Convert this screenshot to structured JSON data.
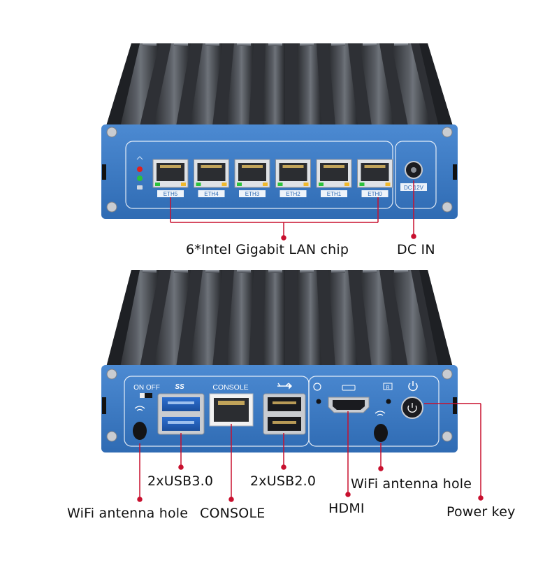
{
  "top_unit": {
    "ports": [
      "ETH5",
      "ETH4",
      "ETH3",
      "ETH2",
      "ETH1",
      "ETH0"
    ],
    "power_label": "DC 12V"
  },
  "bottom_unit": {
    "switch_label": "ON OFF",
    "console_label": "CONSOLE",
    "usb3_logo": "SS"
  },
  "callouts": {
    "lan": "6*Intel Gigabit LAN chip",
    "dc_in": "DC IN",
    "usb3": "2xUSB3.0",
    "usb2": "2xUSB2.0",
    "wifi_left": "WiFi antenna hole",
    "console": "CONSOLE",
    "hdmi": "HDMI",
    "wifi_right": "WiFi antenna hole",
    "power_key": "Power key"
  },
  "colors": {
    "panel_blue": "#3d7cc6",
    "callout_line": "#c8102e",
    "heatsink": "#3a3d42"
  }
}
